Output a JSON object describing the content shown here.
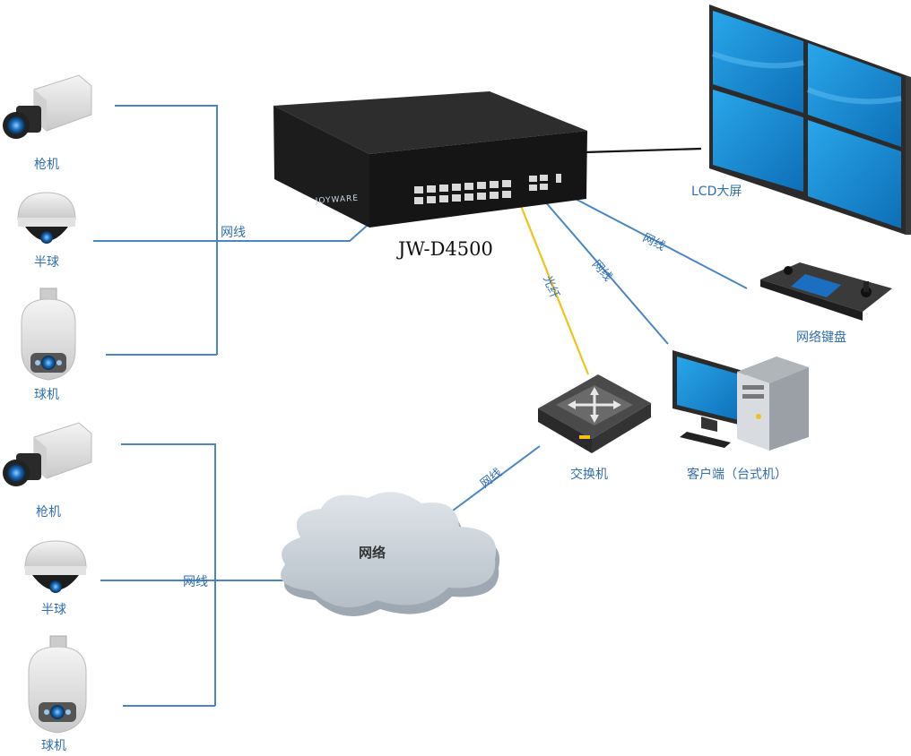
{
  "devices": {
    "cam_bullet_1": "枪机",
    "cam_dome_1": "半球",
    "cam_ptz_1": "球机",
    "cam_bullet_2": "枪机",
    "cam_dome_2": "半球",
    "cam_ptz_2": "球机",
    "nvr_model": "JW-D4500",
    "nvr_brand": "JOYWARE",
    "lcd": "LCD大屏",
    "keyboard": "网络键盘",
    "desktop": "客户端（台式机）",
    "switch": "交换机",
    "network": "网络"
  },
  "edges": {
    "group1": "网线",
    "group2": "网线",
    "keyboard": "网线",
    "desktop": "网线",
    "fiber": "光纤",
    "switch_cloud": "网线"
  },
  "colors": {
    "network_cable": "#4a86c5",
    "fiber": "#f2c21b",
    "video_cable": "#111111",
    "screen": "#1a8fd6"
  }
}
